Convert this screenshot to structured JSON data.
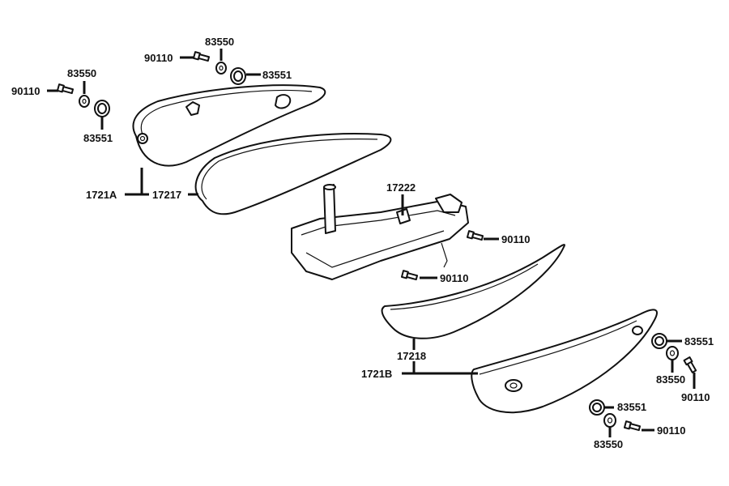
{
  "diagram": {
    "labels": {
      "bolt_top_left": "90110",
      "washer_top_left": "83550",
      "grommet_top_left": "83551",
      "bolt_top_mid": "90110",
      "washer_top_mid": "83550",
      "grommet_top_mid": "83551",
      "cover_left": "1721A",
      "gasket_left": "17217",
      "clip_bracket": "17222",
      "bolt_bracket_right": "90110",
      "bolt_bracket_low": "90110",
      "gasket_right": "17218",
      "cover_right": "1721B",
      "grommet_right_upper": "83551",
      "washer_right_upper": "83550",
      "bolt_right_upper": "90110",
      "grommet_right_lower": "83551",
      "washer_right_lower": "83550",
      "bolt_right_lower": "90110"
    },
    "icons": [
      "bolt-icon",
      "washer-icon",
      "grommet-icon"
    ]
  }
}
